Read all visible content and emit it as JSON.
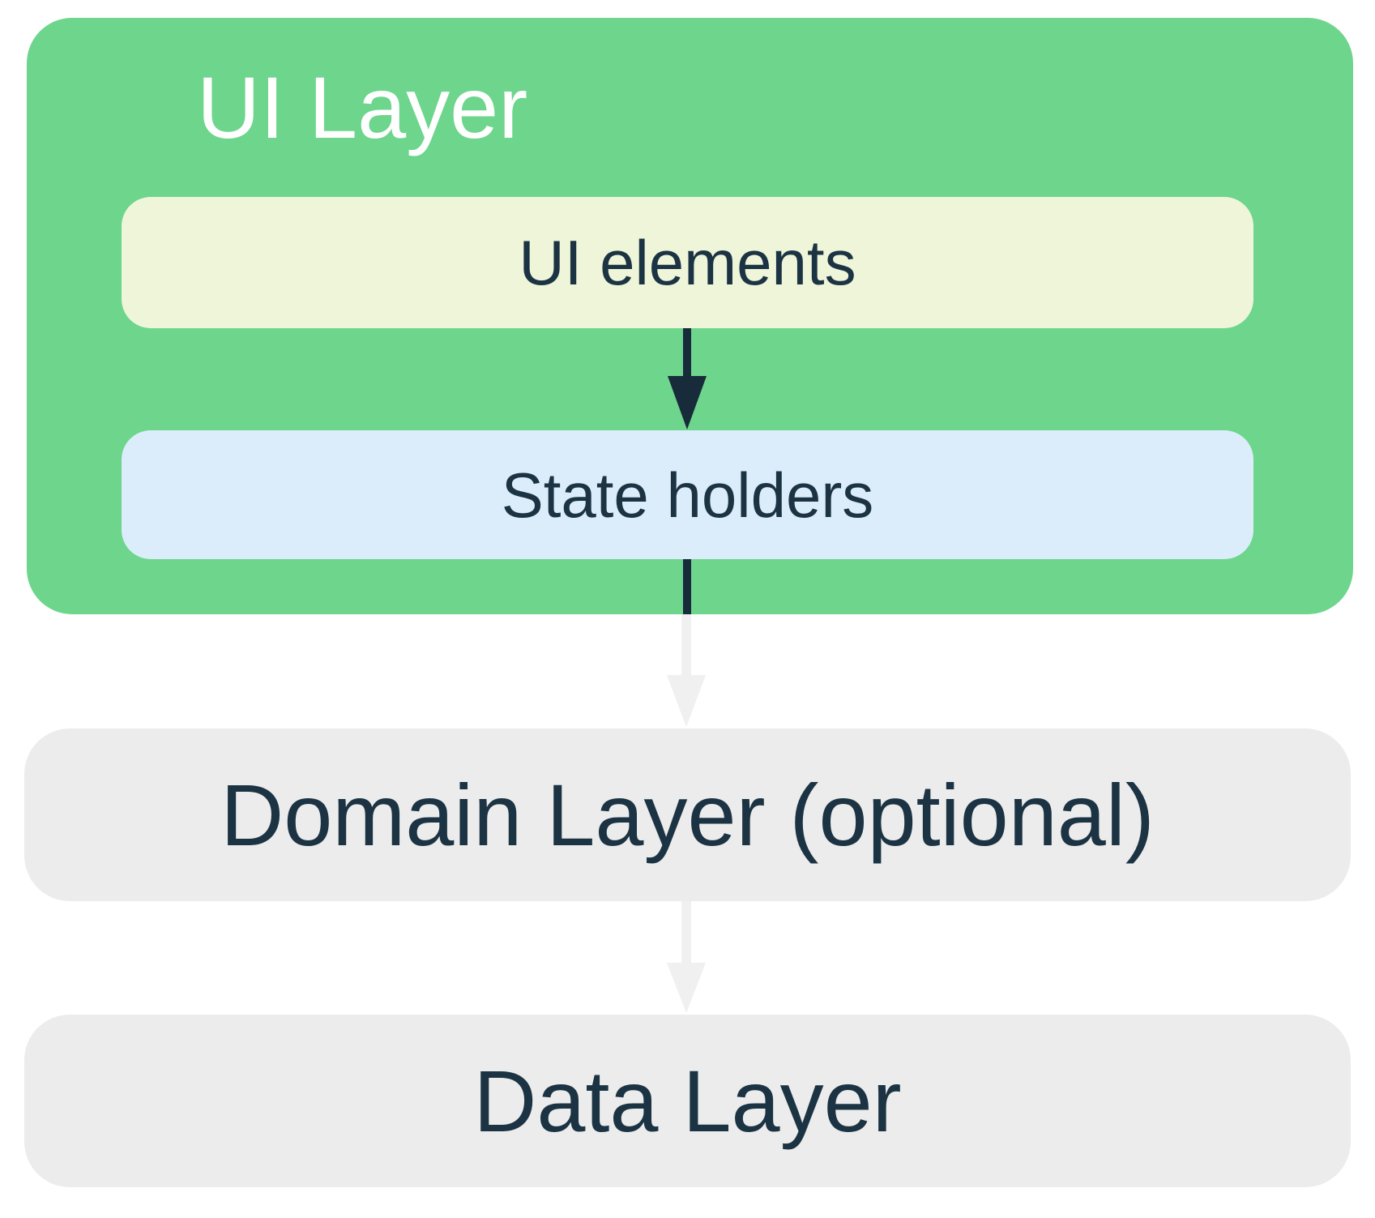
{
  "colors": {
    "page_bg": "#FFFFFF",
    "ui_layer_bg": "#6DD58C",
    "ui_elements_bg": "#EFF5D9",
    "state_holders_bg": "#DBEDFB",
    "domain_layer_bg": "#ECECEC",
    "data_layer_bg": "#ECECEC",
    "dark_arrow": "#172B3A",
    "light_arrow": "#F0F0F0",
    "ui_layer_title_text": "#FFFFFF",
    "label_text": "#1B3343"
  },
  "diagram": {
    "ui_layer": {
      "title": "UI Layer",
      "ui_elements_label": "UI elements",
      "state_holders_label": "State holders"
    },
    "domain_layer_label": "Domain Layer (optional)",
    "data_layer_label": "Data Layer",
    "arrows": [
      {
        "from": "UI elements",
        "to": "State holders",
        "direction": "down",
        "style": "dark"
      },
      {
        "from": "State holders",
        "to": "Domain Layer (optional)",
        "direction": "down",
        "style": "dark-then-light"
      },
      {
        "from": "Domain Layer (optional)",
        "to": "Data Layer",
        "direction": "down",
        "style": "light"
      }
    ]
  }
}
